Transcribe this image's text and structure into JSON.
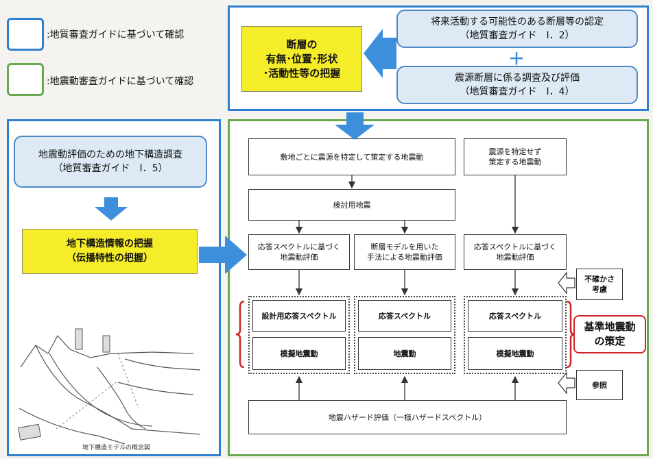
{
  "legend": {
    "geology": {
      "label": ":地質審査ガイドに基づいて確認",
      "color": "#2f7fd0"
    },
    "ground_motion": {
      "label": ":地震動審査ガイドに基づいて確認",
      "color": "#6aa84f"
    }
  },
  "top": {
    "fault_grasp": [
      "断層の",
      "有無･位置･形状",
      "･活動性等の把握"
    ],
    "future_fault": [
      "将来活動する可能性のある断層等の認定",
      "（地質審査ガイド　Ⅰ．2）"
    ],
    "plus": "＋",
    "source_fault": [
      "震源断層に係る調査及び評価",
      "（地質審査ガイド　Ⅰ．4）"
    ]
  },
  "left": {
    "survey": [
      "地震動評価のための地下構造調査",
      "（地質審査ガイド　Ⅰ．5）"
    ],
    "structure_info": [
      "地下構造情報の把握",
      "（伝播特性の把握）"
    ],
    "figure_caption": "地下構造モデルの概念図"
  },
  "flow": {
    "site_specific": "敷地ごとに震源を特定して策定する地震動",
    "non_specific": [
      "震源を特定せず",
      "策定する地震動"
    ],
    "study_eq": "検討用地震",
    "response_spec_eval": [
      "応答スペクトルに基づく",
      "地震動評価"
    ],
    "fault_model_eval": [
      "断層モデルを用いた",
      "手法による地震動評価"
    ],
    "response_spec_eval2": [
      "応答スペクトルに基づく",
      "地震動評価"
    ],
    "uncertainty": [
      "不確かさ",
      "考慮"
    ],
    "design_spectrum": "設計用応答スペクトル",
    "response_spectrum": "応答スペクトル",
    "response_spectrum2": "応答スペクトル",
    "simulated_motion": "模擬地震動",
    "ground_motion": "地震動",
    "simulated_motion2": "模擬地震動",
    "reference": "参照",
    "hazard": "地震ハザード評価（一様ハザードスペクトル）",
    "standard_motion": [
      "基準地震動",
      "の策定"
    ]
  }
}
